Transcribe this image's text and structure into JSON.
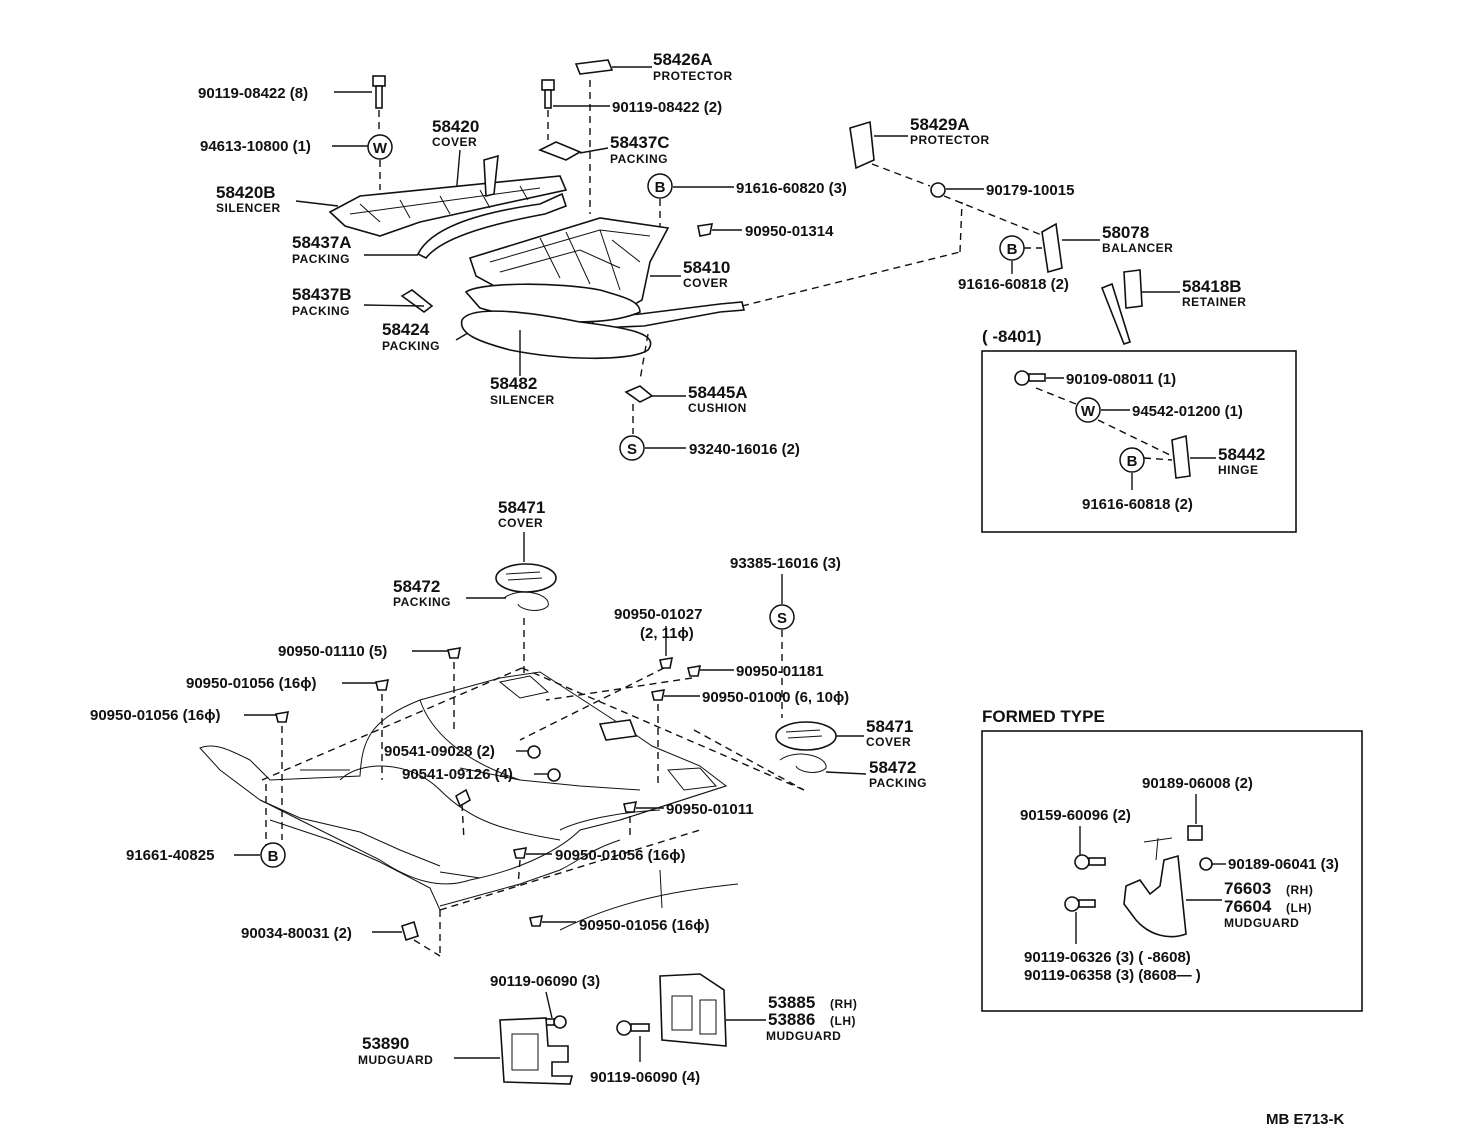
{
  "symbols": {
    "w": "W",
    "b": "B",
    "s": "S"
  },
  "top": {
    "bolt_8": "90119-08422 (8)",
    "washer_1": "94613-10800 (1)",
    "cover_58420": {
      "num": "58420",
      "name": "COVER"
    },
    "silencer_58420b": {
      "num": "58420B",
      "name": "SILENCER"
    },
    "packing_58437a": {
      "num": "58437A",
      "name": "PACKING"
    },
    "packing_58437b": {
      "num": "58437B",
      "name": "PACKING"
    },
    "packing_58424": {
      "num": "58424",
      "name": "PACKING"
    },
    "silencer_58482": {
      "num": "58482",
      "name": "SILENCER"
    },
    "protector_58426a": {
      "num": "58426A",
      "name": "PROTECTOR"
    },
    "bolt_2": "90119-08422 (2)",
    "packing_58437c": {
      "num": "58437C",
      "name": "PACKING"
    },
    "bolt_b_3": "91616-60820 (3)",
    "plug_01314": "90950-01314",
    "cover_58410": {
      "num": "58410",
      "name": "COVER"
    },
    "cushion_58445a": {
      "num": "58445A",
      "name": "CUSHION"
    },
    "screw_s_2": "93240-16016 (2)",
    "protector_58429a": {
      "num": "58429A",
      "name": "PROTECTOR"
    },
    "nut_10015": "90179-10015",
    "balancer_58078": {
      "num": "58078",
      "name": "BALANCER"
    },
    "bolt_b_60818": "91616-60818 (2)",
    "retainer_58418b": {
      "num": "58418B",
      "name": "RETAINER"
    }
  },
  "hinge_box": {
    "range": "(        -8401)",
    "bolt": "90109-08011 (1)",
    "washer": "94542-01200 (1)",
    "hinge": {
      "num": "58442",
      "name": "HINGE"
    },
    "bolt_b": "91616-60818 (2)"
  },
  "bottom": {
    "cover_58471": {
      "num": "58471",
      "name": "COVER"
    },
    "packing_58472": {
      "num": "58472",
      "name": "PACKING"
    },
    "screw_s_3": "93385-16016 (3)",
    "plug_01027": "90950-01027",
    "plug_01027_note": "(2, 11ϕ)",
    "plug_01110": "90950-01110 (5)",
    "plug_01056_a": "90950-01056 (16ϕ)",
    "plug_01056_b": "90950-01056 (16ϕ)",
    "plug_01181": "90950-01181",
    "plug_01000": "90950-01000 (6, 10ϕ)",
    "cover_58471_r": {
      "num": "58471",
      "name": "COVER"
    },
    "packing_58472_r": {
      "num": "58472",
      "name": "PACKING"
    },
    "clip_09028": "90541-09028 (2)",
    "clip_09126": "90541-09126 (4)",
    "plug_01011": "90950-01011",
    "bolt_b_40825": "91661-40825",
    "plug_01056_c": "90950-01056 (16ϕ)",
    "plug_01056_d": "90950-01056 (16ϕ)",
    "clip_80031": "90034-80031 (2)",
    "screw_06090_3": "90119-06090 (3)",
    "mudguard_53890": {
      "num": "53890",
      "name": "MUDGUARD"
    },
    "screw_06090_4": "90119-06090 (4)",
    "mudguard_53885": {
      "num": "53885",
      "rh": "(RH)",
      "num2": "53886",
      "lh": "(LH)",
      "name": "MUDGUARD"
    }
  },
  "formed_type": {
    "title": "FORMED  TYPE",
    "nut_06008": "90189-06008 (2)",
    "screw_60096": "90159-60096 (2)",
    "nut_06041": "90189-06041 (3)",
    "mudguard": {
      "num": "76603",
      "rh": "(RH)",
      "num2": "76604",
      "lh": "(LH)",
      "name": "MUDGUARD"
    },
    "screw_06326": "90119-06326 (3) (         -8608)",
    "screw_06358": "90119-06358 (3) (8608—         )"
  },
  "footer_code": "MB  E713-K"
}
